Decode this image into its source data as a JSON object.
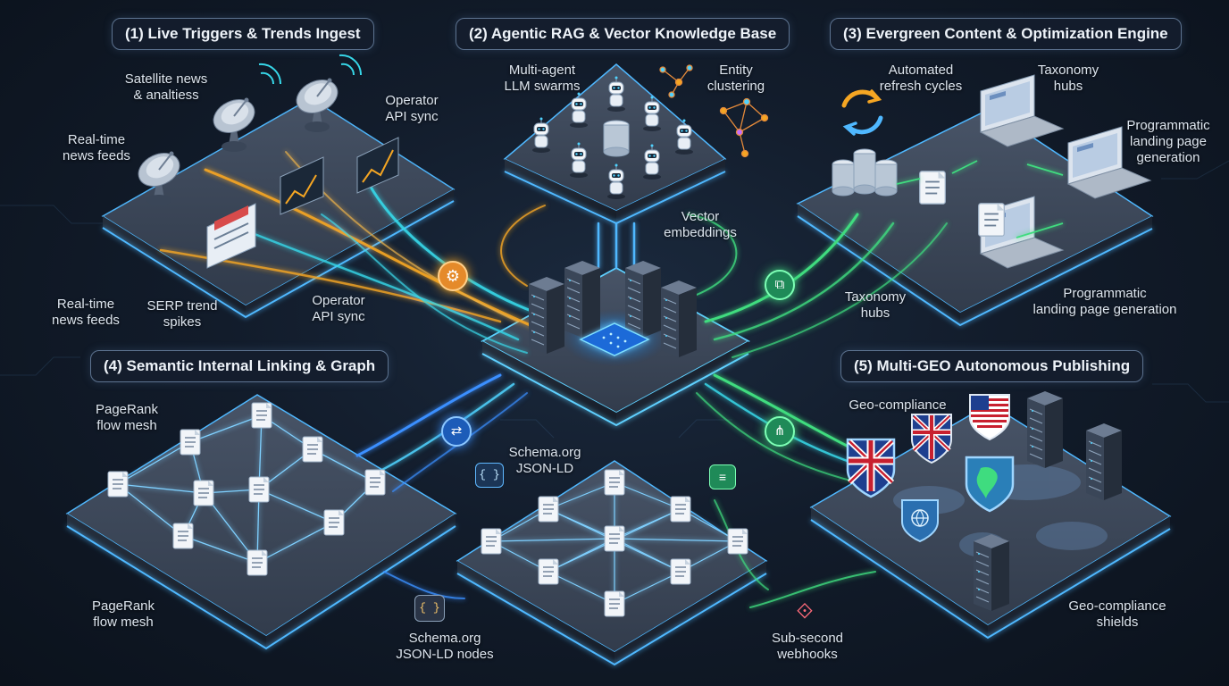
{
  "panels": {
    "p1": {
      "title": "(1) Live Triggers & Trends Ingest",
      "labels": {
        "satellite": "Satellite news\n& analtiess",
        "news_top": "Real-time\nnews feeds",
        "operator_top": "Operator\nAPI sync",
        "news_bottom": "Real-time\nnews feeds",
        "serp": "SERP trend\nspikes",
        "operator_bottom": "Operator\nAPI sync"
      }
    },
    "p2": {
      "title": "(2) Agentic RAG & Vector Knowledge Base",
      "labels": {
        "swarms": "Multi-agent\nLLM swarms",
        "entity": "Entity\nclustering",
        "vector": "Vector\nembeddings"
      }
    },
    "p3": {
      "title": "(3) Evergreen Content & Optimization Engine",
      "labels": {
        "refresh": "Automated\nrefresh cycles",
        "taxonomy_top": "Taxonomy\nhubs",
        "programmatic_top": "Programmatic\nlanding page\ngeneration",
        "taxonomy_bottom": "Taxonomy\nhubs",
        "programmatic_bottom": "Programmatic\nlanding page generation"
      }
    },
    "p4": {
      "title": "(4) Semantic Internal Linking & Graph",
      "labels": {
        "pagerank_top": "PageRank\nflow mesh",
        "pagerank_bottom": "PageRank\nflow mesh"
      }
    },
    "p5": {
      "title": "(5) Multi-GEO Autonomous Publishing",
      "labels": {
        "geo_top": "Geo-compliance",
        "geo_bottom": "Geo-compliance\nshields"
      }
    },
    "center": {
      "labels": {
        "schema_top": "Schema.org\nJSON-LD",
        "schema_bottom": "Schema.org\nJSON-LD nodes",
        "webhooks": "Sub-second\nwebhooks"
      }
    }
  },
  "icons": {
    "json_braces": "{ }"
  },
  "colors": {
    "orange_flow": "#f5a623",
    "cyan_flow": "#37d7e8",
    "blue_flow": "#3a8fff",
    "green_flow": "#3fdc7f",
    "platform_top": "#3a4658",
    "platform_edge": "#4fb8ff",
    "panel_title_border": "#5d7390"
  }
}
